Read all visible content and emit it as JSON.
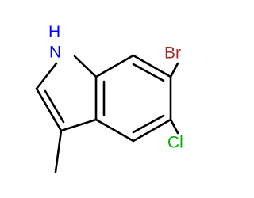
{
  "molecule": {
    "atoms": {
      "nitrogen": {
        "label": "N",
        "hydrogen": "H",
        "color": "#0000ff"
      },
      "bromine": {
        "label": "Br",
        "color": "#a52a2a"
      },
      "chlorine": {
        "label": "Cl",
        "color": "#00b300"
      }
    },
    "bond_color": "#000000"
  }
}
